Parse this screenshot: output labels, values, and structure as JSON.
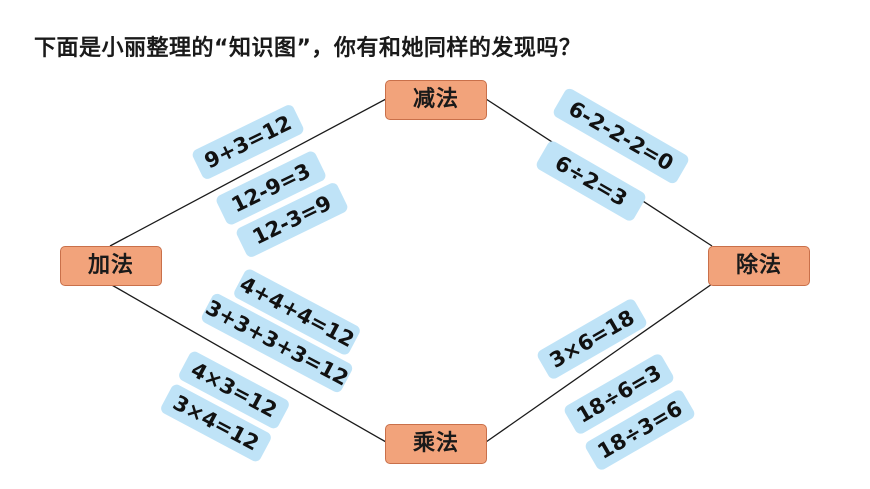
{
  "title": "下面是小丽整理的“知识图”，你有和她同样的发现吗？",
  "nodes": {
    "subtraction": "减法",
    "addition": "加法",
    "division": "除法",
    "multiplication": "乘法"
  },
  "equations": {
    "add_sub": [
      "9+3=12",
      "12-9=3",
      "12-3=9"
    ],
    "sub_div": [
      "6-2-2-2=0",
      "6÷2=3"
    ],
    "add_mul": [
      "4+4+4=12",
      "3+3+3+3=12",
      "4×3=12",
      "3×4=12"
    ],
    "mul_div": [
      "3×6=18",
      "18÷6=3",
      "18÷3=6"
    ]
  }
}
